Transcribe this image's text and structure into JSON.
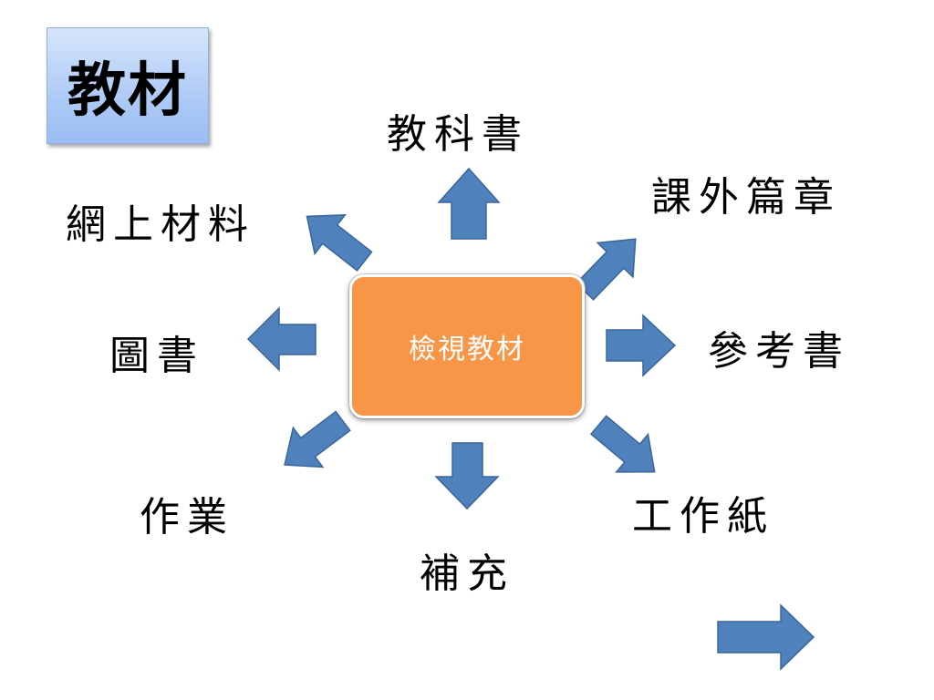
{
  "title": "教材",
  "center": "檢視教材",
  "branches": {
    "textbook": "教科書",
    "extracurricular": "課外篇章",
    "online": "網上材料",
    "reference": "參考書",
    "library_books": "圖書",
    "worksheet": "工作紙",
    "homework": "作業",
    "supplementary": "補充"
  },
  "colors": {
    "arrow_fill": "#4f81bd",
    "arrow_stroke": "#3a6598",
    "center_fill": "#f79646",
    "title_fill": "#aecaf6"
  }
}
